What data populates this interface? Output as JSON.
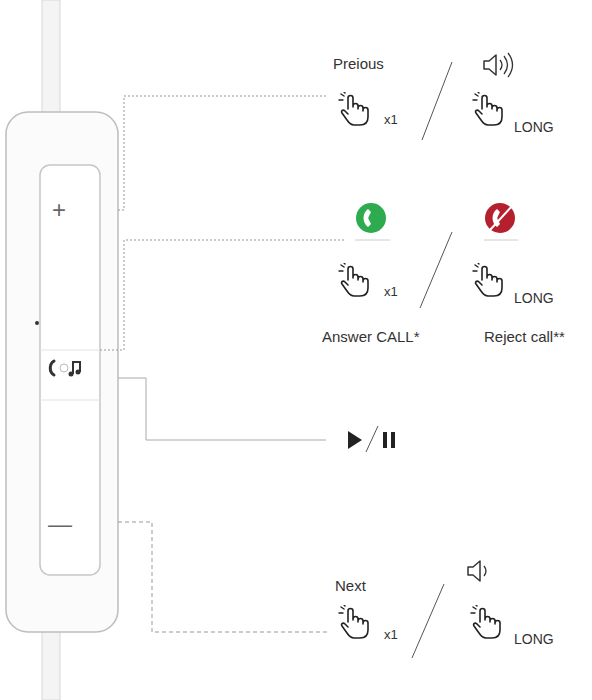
{
  "diagram": {
    "labels": [
      "+",
      "Preious",
      "x1",
      "LONG",
      "x1",
      "LONG",
      "Answer CALL*",
      "Reject call**",
      "—",
      "Next",
      "x1",
      "LONG"
    ]
  }
}
